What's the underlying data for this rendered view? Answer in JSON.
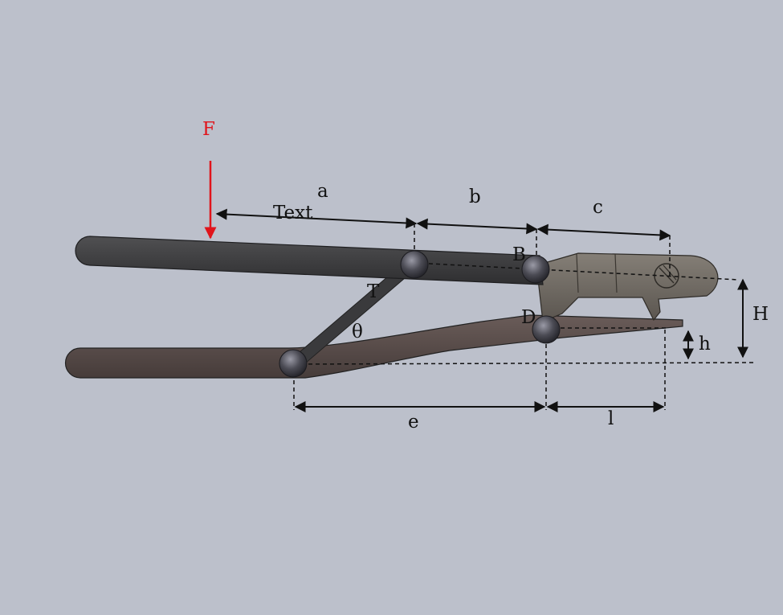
{
  "labels": {
    "force": "F",
    "a": "a",
    "text": "Text",
    "b": "b",
    "c": "c",
    "B": "B",
    "T": "T",
    "theta": "θ",
    "D": "D",
    "H": "H",
    "h": "h",
    "e": "e",
    "l": "l"
  },
  "colors": {
    "background": "#bcc0cb",
    "upper_lever": "#3d3d3f",
    "lower_lever": "#584c4a",
    "jaw": "#6b6660",
    "force_arrow": "#e0141b"
  }
}
